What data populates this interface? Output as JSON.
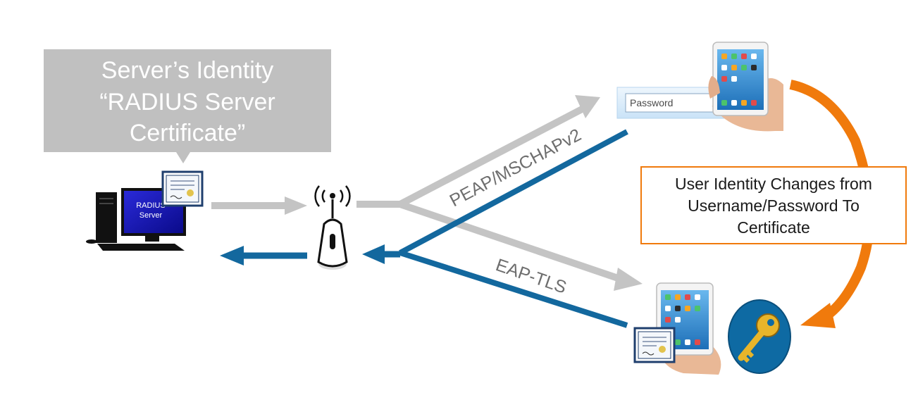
{
  "callout": {
    "line1": "Server’s Identity",
    "line2": "“RADIUS Server",
    "line3": "Certificate”"
  },
  "server": {
    "screen_line1": "RADIUS",
    "screen_line2": "Server"
  },
  "flows": {
    "peap_label": "PEAP/MSCHAPv2",
    "eaptls_label": "EAP-TLS"
  },
  "password_field": {
    "placeholder": "Password"
  },
  "identity_box": {
    "line1": "User Identity Changes from",
    "line2": "Username/Password To",
    "line3": "Certificate"
  },
  "colors": {
    "callout_gray": "#c0c0c0",
    "arrow_gray": "#c4c4c4",
    "arrow_blue": "#13689e",
    "orange": "#f07a0c",
    "key_circle": "#0e6aa3",
    "key_gold": "#e8b52a"
  }
}
